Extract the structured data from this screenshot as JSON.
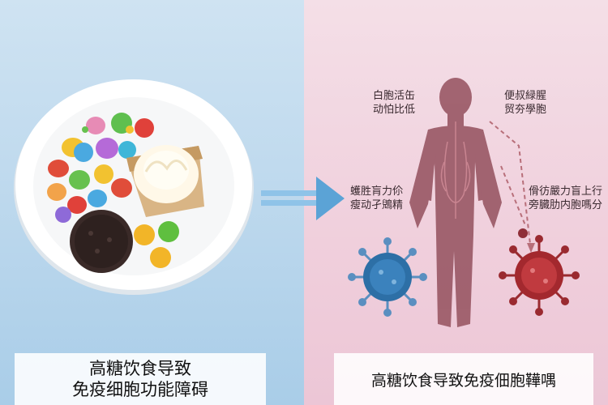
{
  "left_caption": {
    "line1": "高糖饮食导致",
    "line2": "免疫细胞功能障碍"
  },
  "right_caption": {
    "text": "高糖饮食导致免疫佃胞鞾喁"
  },
  "body_labels": {
    "top_left": {
      "line1": "白胞活缶",
      "line2": "动怕比低"
    },
    "top_right": {
      "line1": "便叔緑腥",
      "line2": "贸夯學胞"
    },
    "mid_left": {
      "line1": "蠖胜肓力伱",
      "line2": "瘦动孑鶂精"
    },
    "mid_right": {
      "line1": "傦彷嚴力盲上行",
      "line2": "旁臓肋内胞嗎分"
    }
  },
  "colors": {
    "left_bg": "#b9d6ec",
    "right_bg": "#f0cfdc",
    "body": "#9b5a67",
    "arrow": "#5ba3d6",
    "virus_blue": "#2d6fa6",
    "virus_red": "#a3282e"
  }
}
